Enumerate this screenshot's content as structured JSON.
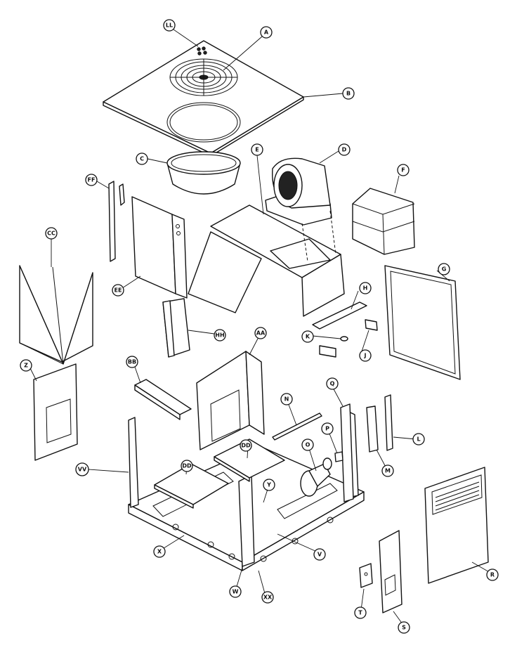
{
  "callouts": {
    "LL": "LL",
    "A": "A",
    "B": "B",
    "C": "C",
    "D": "D",
    "E": "E",
    "F": "F",
    "FF": "FF",
    "CC": "CC",
    "G": "G",
    "EE": "EE",
    "H": "H",
    "HH": "HH",
    "K": "K",
    "J": "J",
    "AA": "AA",
    "BB": "BB",
    "Z": "Z",
    "Q": "Q",
    "N": "N",
    "P": "P",
    "O": "O",
    "L": "L",
    "M": "M",
    "DD1": "DD",
    "DD2": "DD",
    "VV": "VV",
    "Y": "Y",
    "X": "X",
    "V": "V",
    "W": "W",
    "XX": "XX",
    "R": "R",
    "T": "T",
    "S": "S"
  }
}
